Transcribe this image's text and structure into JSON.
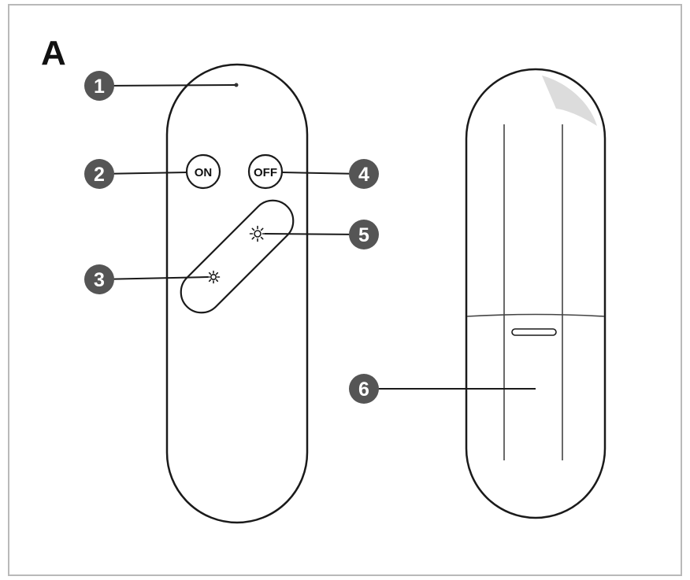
{
  "figure": {
    "panel_label": "A",
    "buttons": {
      "on": "ON",
      "off": "OFF"
    },
    "icons": {
      "brightness_down": "sun-small-icon",
      "brightness_up": "sun-large-icon"
    },
    "callouts": [
      "1",
      "2",
      "3",
      "4",
      "5",
      "6"
    ],
    "colors": {
      "outline": "#1a1a1a",
      "callout_fill": "#555555",
      "frame_border": "#b9b9b9"
    }
  }
}
